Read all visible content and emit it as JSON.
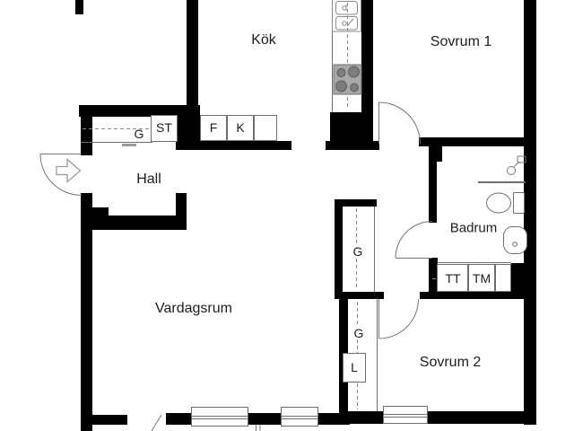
{
  "rooms": {
    "kitchen": "Kök",
    "bedroom1": "Sovrum 1",
    "hall": "Hall",
    "bathroom": "Badrum",
    "living_room": "Vardagsrum",
    "bedroom2": "Sovrum 2"
  },
  "closets": {
    "hall_wardrobe": "G",
    "hall_cleaning_closet": "ST",
    "kitchen_cabinet_f": "F",
    "kitchen_cabinet_k": "K",
    "corridor_wardrobe": "G",
    "laundry_dryer": "TT",
    "laundry_washer": "TM",
    "bedroom2_wardrobe": "G",
    "bedroom2_linen_closet": "L"
  },
  "icons": [
    "entry-arrow-icon",
    "door-arc-icon",
    "window-icon",
    "stove-icon",
    "kitchen-sink-icon",
    "toilet-icon",
    "washbasin-icon",
    "shower-icon"
  ],
  "colors": {
    "wall": "#000000",
    "thin_line": "#6e6e6e",
    "dash_line": "#8a8a8a",
    "fixture_fill": "#a0a0a0",
    "burner_fill": "#7d7d7d",
    "text": "#1d1d1d",
    "background": "#ffffff"
  }
}
